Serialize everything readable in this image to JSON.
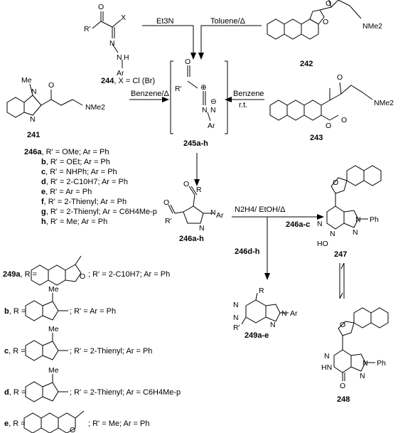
{
  "reagents": {
    "et3n": "Et3N",
    "toluene": "Toluene/Δ",
    "benzene_heat": "Benzene/Δ",
    "benzene": "Benzene",
    "rt": "r.t.",
    "hydrazine": "N2H4/ EtOH/Δ",
    "route_246ac": "246a-c",
    "route_246dh": "246d-h"
  },
  "compounds": {
    "c244": "244",
    "c244_note": ", X = Cl (Br)",
    "c242": "242",
    "c241": "241",
    "c243": "243",
    "c245": "245a-h",
    "c246": "246a-h",
    "c247": "247",
    "c248": "248",
    "c249": "249a-e"
  },
  "list_246": [
    {
      "tag": "246a",
      "text": ", R' = OMe; Ar = Ph"
    },
    {
      "tag": "b",
      "text": ", R' = OEt; Ar = Ph"
    },
    {
      "tag": "c",
      "text": ", R' = NHPh; Ar = Ph"
    },
    {
      "tag": "d",
      "text": ", R' = 2-C10H7; Ar = Ph"
    },
    {
      "tag": "e",
      "text": ", R' = Ar = Ph"
    },
    {
      "tag": "f",
      "text": ", R' = 2-Thienyl; Ar = Ph"
    },
    {
      "tag": "g",
      "text": ", R' = 2-Thienyl; Ar = C6H4Me-p"
    },
    {
      "tag": "h",
      "text": ", R' = Me; Ar = Ph"
    }
  ],
  "list_249": [
    {
      "tag": "249a",
      "prefix": ", R =",
      "text": "; R' = 2-C10H7; Ar = Ph"
    },
    {
      "tag": "b",
      "prefix": ", R =",
      "text": "; R' = Ar = Ph"
    },
    {
      "tag": "c",
      "prefix": ", R =",
      "text": "; R' = 2-Thienyl; Ar = Ph"
    },
    {
      "tag": "d",
      "prefix": ", R =",
      "text": "; R' = 2-Thienyl; Ar = C6H4Me-p"
    },
    {
      "tag": "e",
      "prefix": ", R =",
      "text": "; R' = Me; Ar = Ph"
    }
  ],
  "atoms": {
    "O": "O",
    "N": "N",
    "X": "X",
    "H": "H",
    "R": "R",
    "R1": "R'",
    "Ar": "Ar",
    "NMe2": "NMe2",
    "Me": "Me",
    "Ph": "Ph",
    "HO": "HO",
    "HN": "HN",
    "plus": "⊕",
    "minus": "⊖"
  }
}
